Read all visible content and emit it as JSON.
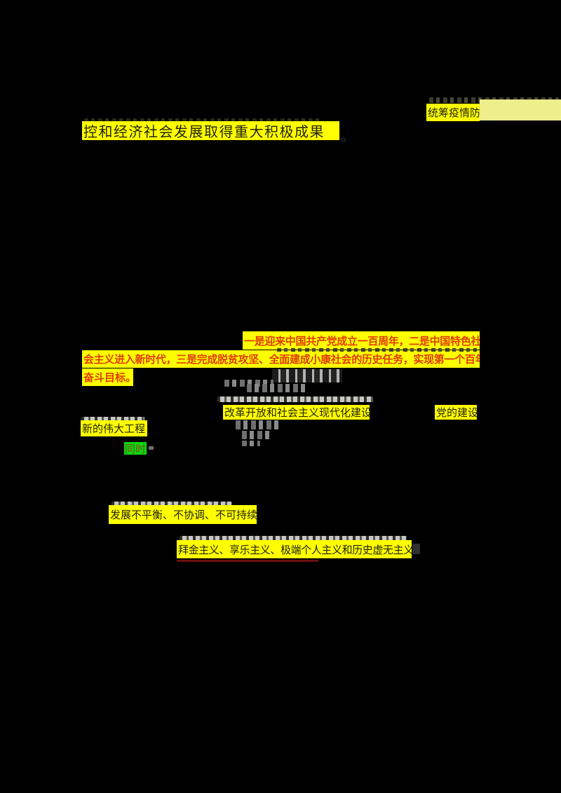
{
  "document": {
    "background": "#000000",
    "highlight_yellow": "#ffff00",
    "highlight_pale_yellow": "#eeee8c",
    "highlight_green": "#00dd11",
    "red_text_color": "#e03b00",
    "underline_color": "#6e1010",
    "fragments": {
      "epidemic_lead": "统筹疫情防",
      "epidemic_rest": "控和经济社会发展取得重大积极成果",
      "epidemic_period": "。",
      "centenary_line1": "一是迎来中国共产党成立一百周年，二是中国特色社",
      "centenary_line2": "会主义进入新时代，三是完成脱贫攻坚、全面建成小康社会的历史任务，实现第一个百年",
      "centenary_line3": "奋斗目标。",
      "reform": "改革开放和社会主义现代化建设",
      "party_building": "党的建设",
      "great_project": "新的伟大工程",
      "meanwhile": "同时",
      "development_issues": "发展不平衡、不协调、不可持续",
      "isms": "拜金主义、享乐主义、极端个人主义和历史虚无主义"
    }
  }
}
